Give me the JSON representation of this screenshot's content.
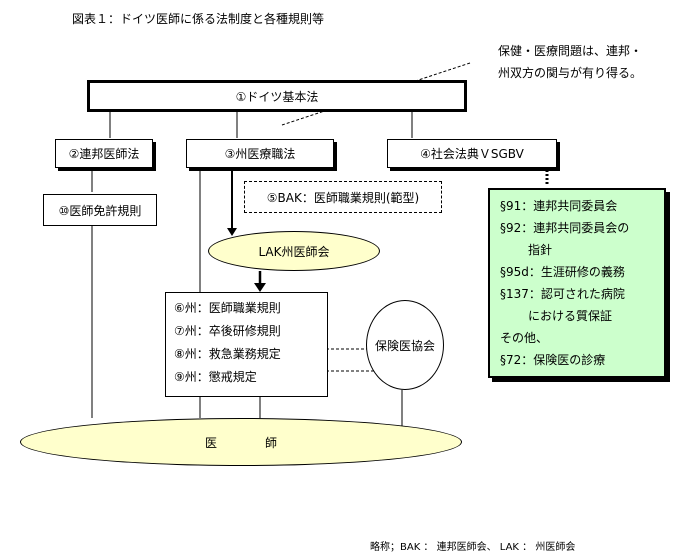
{
  "title": "図表１：ドイツ医師に係る法制度と各種規則等",
  "note_lines": [
    "保健・医療問題は、連邦・",
    "州双方の関与が有り得る。"
  ],
  "basic_law": "①ドイツ基本法",
  "federal_medical_law": "②連邦医師法",
  "state_medical_law": "③州医療職法",
  "social_law": "④社会法典ＶSGBV",
  "bak_rules": "⑤BAK：医師職業規則(範型)",
  "license_rules": "⑩医師免許規則",
  "lak": "LAK州医師会",
  "state_rules": [
    "⑥州：医師職業規則",
    "⑦州：卒後研修規則",
    "⑧州：救急業務規定",
    "⑨州：懲戒規定"
  ],
  "insurance_association": "保険医協会",
  "sgb_items": [
    {
      "text": "§91：連邦共同委員会",
      "indent": false
    },
    {
      "text": "§92：連邦共同委員会の",
      "indent": false
    },
    {
      "text": "指針",
      "indent": true
    },
    {
      "text": "§95d：生涯研修の義務",
      "indent": false
    },
    {
      "text": "§137：認可された病院",
      "indent": false
    },
    {
      "text": "における質保証",
      "indent": true
    },
    {
      "text": "その他、",
      "indent": false
    },
    {
      "text": "§72：保険医の診療",
      "indent": false
    }
  ],
  "physician_left": "医",
  "physician_right": "師",
  "footer": "略称；BAK ： 連邦医師会、 LAK ： 州医師会"
}
